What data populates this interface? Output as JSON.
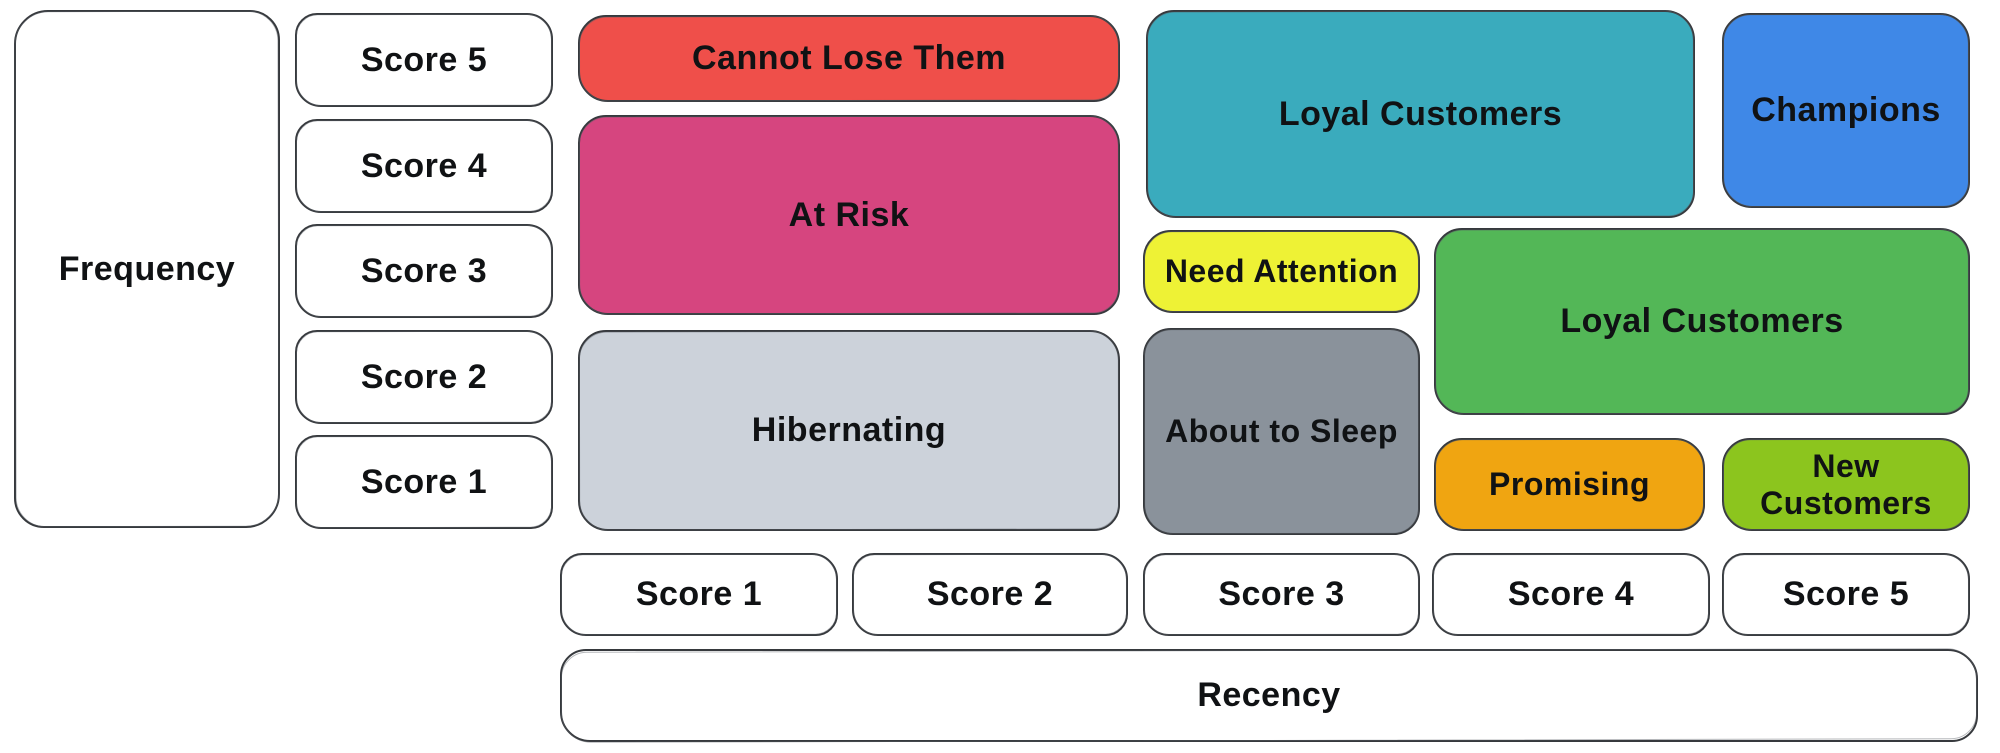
{
  "frequency_axis": {
    "label": "Frequency",
    "scores": [
      "Score 5",
      "Score 4",
      "Score 3",
      "Score 2",
      "Score 1"
    ]
  },
  "recency_axis": {
    "label": "Recency",
    "scores": [
      "Score 1",
      "Score 2",
      "Score 3",
      "Score 4",
      "Score 5"
    ]
  },
  "segments": {
    "cannot_lose_them": {
      "label": "Cannot Lose Them",
      "color": "#ef4f4a"
    },
    "at_risk": {
      "label": "At Risk",
      "color": "#d6457f"
    },
    "hibernating": {
      "label": "Hibernating",
      "color": "#ccd2da"
    },
    "loyal_customers_teal": {
      "label": "Loyal Customers",
      "color": "#3aabbd"
    },
    "need_attention": {
      "label": "Need Attention",
      "color": "#eef235"
    },
    "about_to_sleep": {
      "label": "About to Sleep",
      "color": "#8a929b"
    },
    "champions": {
      "label": "Champions",
      "color": "#3f88e7"
    },
    "loyal_customers_green": {
      "label": "Loyal Customers",
      "color": "#53b757"
    },
    "promising": {
      "label": "Promising",
      "color": "#f0a511"
    },
    "new_customers": {
      "label": "New Customers",
      "color": "#8cc51e"
    }
  }
}
